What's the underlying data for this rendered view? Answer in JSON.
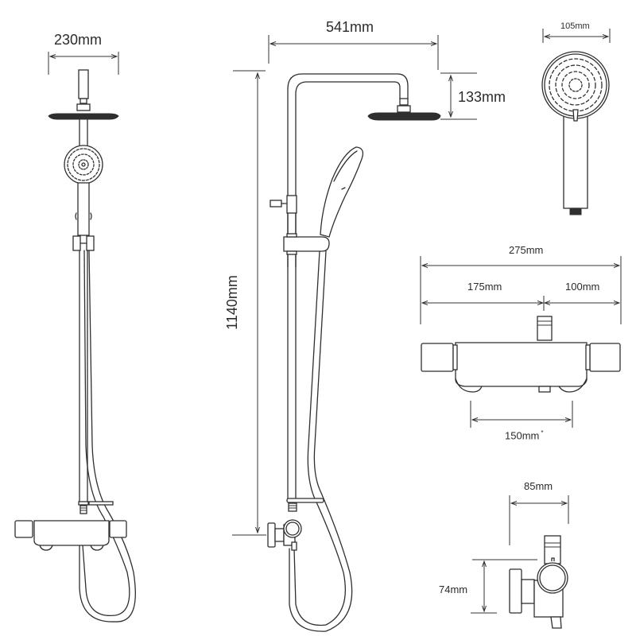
{
  "diagram": {
    "type": "technical-dimension-drawing",
    "subject": "thermostatic bar mixer shower kit",
    "views": {
      "front": {
        "width_label": "230mm"
      },
      "side": {
        "arm_projection_label": "541mm",
        "head_drop_label": "133mm",
        "height_label": "1140mm"
      },
      "handset": {
        "head_diameter_label": "105mm"
      },
      "valve_front": {
        "overall_width_label": "275mm",
        "left_segment_label": "175mm",
        "right_segment_label": "100mm",
        "centres_label": "150mm",
        "centres_footnote_mark": "*"
      },
      "valve_side": {
        "depth_label": "85mm",
        "height_label": "74mm"
      }
    },
    "colors": {
      "line": "#2f2f2f",
      "background": "#ffffff"
    }
  }
}
